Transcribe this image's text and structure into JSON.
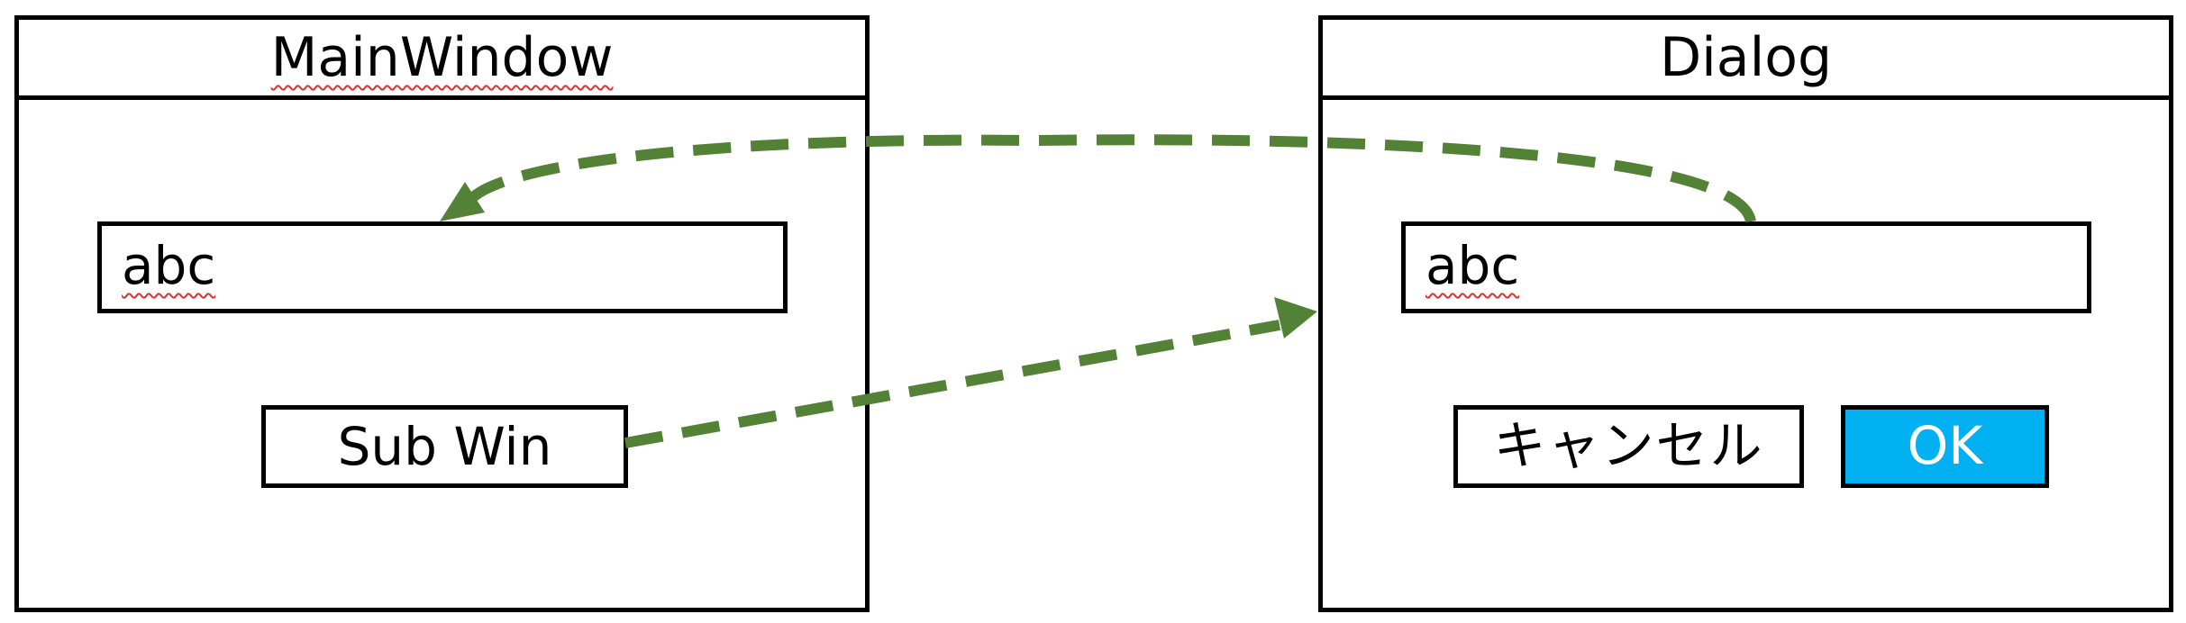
{
  "main_window": {
    "title": "MainWindow",
    "text_value": "abc",
    "sub_button_label": "Sub Win"
  },
  "dialog": {
    "title": "Dialog",
    "text_value": "abc",
    "cancel_label": "キャンセル",
    "ok_label": "OK"
  },
  "colors": {
    "arrow": "#538135",
    "ok_button": "#00b0f0",
    "spellcheck_underline": "#e03030"
  }
}
